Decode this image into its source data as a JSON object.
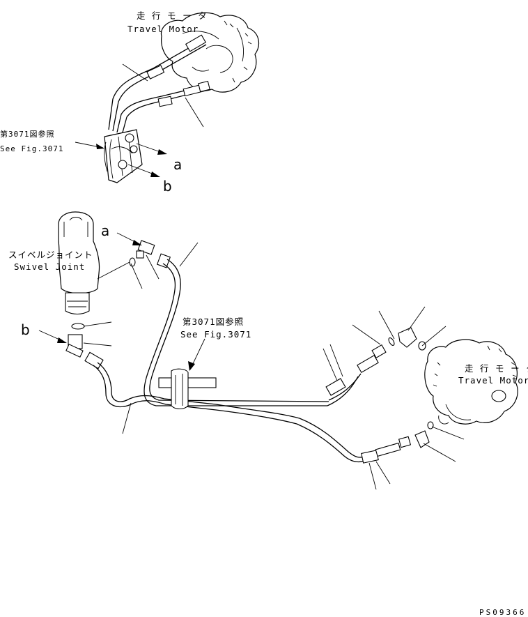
{
  "labels": {
    "motor_top_jp": "走 行 モ ー タ",
    "motor_top_en": "Travel Motor",
    "ref_top_jp": "第3071図参照",
    "ref_top_en": "See Fig.3071",
    "marker_a_top": "a",
    "marker_b_top": "b",
    "marker_a_bottom": "a",
    "marker_b_bottom": "b",
    "swivel_jp": "スイベルジョイント",
    "swivel_en": "Swivel Joint",
    "ref_mid_jp": "第3071図参照",
    "ref_mid_en": "See Fig.3071",
    "motor_right_jp": "走 行 モ ー タ",
    "motor_right_en": "Travel Motor",
    "drawing_code": "PS09366"
  }
}
